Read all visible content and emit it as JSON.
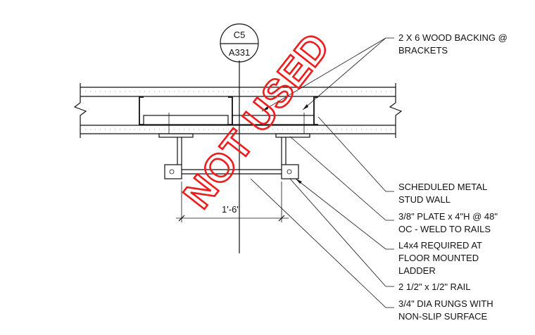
{
  "section_tag": {
    "detail": "C5",
    "sheet": "A331"
  },
  "dimension": {
    "label": "1'-6\""
  },
  "stamp": {
    "text": "NOT USED",
    "color": "#ee1c1c"
  },
  "notes": [
    {
      "lines": [
        "2 X 6 WOOD BACKING @",
        "BRACKETS"
      ]
    },
    {
      "lines": [
        "SCHEDULED METAL",
        "STUD WALL"
      ]
    },
    {
      "lines": [
        "3/8\" PLATE x 4\"H @ 48\"",
        "OC - WELD TO RAILS"
      ]
    },
    {
      "lines": [
        "L4x4 REQUIRED AT",
        "FLOOR MOUNTED",
        "LADDER"
      ]
    },
    {
      "lines": [
        "2 1/2\" x 1/2\" RAIL"
      ]
    },
    {
      "lines": [
        "3/4\" DIA RUNGS WITH",
        "NON-SLIP SURFACE"
      ]
    }
  ]
}
